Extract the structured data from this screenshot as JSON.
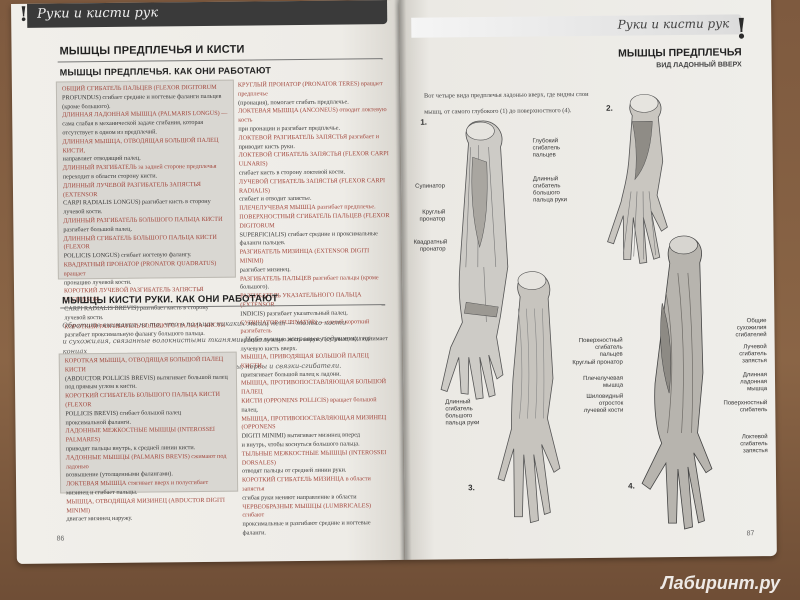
{
  "header": {
    "left": "Руки и кисти рук",
    "right": "Руки и кисти рук"
  },
  "left_page": {
    "section1_title": "МЫШЦЫ ПРЕДПЛЕЧЬЯ И КИСТИ",
    "section1_subtitle": "МЫШЦЫ ПРЕДПЛЕЧЬЯ. КАК ОНИ РАБОТАЮТ",
    "box1_left": [
      "ОБЩИЙ СГИБАТЕЛЬ ПАЛЬЦЕВ (FLEXOR DIGITORUM",
      "PROFUNDUS) сгибает средние и ногтевые фаланги пальцев",
      "(кроме большого).",
      "ДЛИННАЯ ЛАДОННАЯ МЫШЦА (PALMARIS LONGUS) —",
      "сама слабая в механической задаче сгибания, которая",
      "отсутствует в одном из предплечий.",
      "ДЛИННАЯ МЫШЦА, ОТВОДЯЩАЯ БОЛЬШОЙ ПАЛЕЦ КИСТИ,",
      "направляет отводящий палец.",
      "ДЛИННЫЙ РАЗГИБАТЕЛЬ за задней стороне предплечья",
      "переходит в области сторону кисти.",
      "ДЛИННЫЙ ЛУЧЕВОЙ РАЗГИБАТЕЛЬ ЗАПЯСТЬЯ (EXTENSOR",
      "CARPI RADIALIS LONGUS) разгибает кисть в сторону",
      "лучевой кости.",
      "ДЛИННЫЙ РАЗГИБАТЕЛЬ БОЛЬШОГО ПАЛЬЦА КИСТИ",
      "разгибает большой палец.",
      "ДЛИННЫЙ СГИБАТЕЛЬ БОЛЬШОГО ПАЛЬЦА КИСТИ (FLEXOR",
      "POLLICIS LONGUS) сгибает ногтевую фалангу.",
      "КВАДРАТНЫЙ ПРОНАТОР (PRONATOR QUADRATUS) вращает",
      "пронацию лучевой кости.",
      "КОРОТКИЙ ЛУЧЕВОЙ РАЗГИБАТЕЛЬ ЗАПЯСТЬЯ (EXTENSOR",
      "CARPI RADIALIS BREVIS) разгибает кисть в сторону",
      "лучевой кости.",
      "КОРОТКИЙ РАЗГИБАТЕЛЬ БОЛЬШОГО ПАЛЬЦА КИСТИ",
      "разгибает проксимальную фалангу большого пальца."
    ],
    "box1_right": [
      "КРУГЛЫЙ ПРОНАТОР (PRONATOR TERES) вращает предплечье",
      "(пронация), помогает сгибать предплечье.",
      "ЛОКТЕВАЯ МЫШЦА (ANCONEUS) отводит локтевую кость",
      "при пронации и разгибает предплечье.",
      "ЛОКТЕВОЙ РАЗГИБАТЕЛЬ ЗАПЯСТЬЯ разгибает и",
      "приводит кисть руки.",
      "ЛОКТЕВОЙ СГИБАТЕЛЬ ЗАПЯСТЬЯ (FLEXOR CARPI ULNARIS)",
      "сгибает кисть в сторону локтевой кости.",
      "ЛУЧЕВОЙ СГИБАТЕЛЬ ЗАПЯСТЬЯ (FLEXOR CARPI RADIALIS)",
      "сгибает и отводит запястье.",
      "ПЛЕЧЕЛУЧЕВАЯ МЫШЦА разгибает предплечье.",
      "ПОВЕРХНОСТНЫЙ СГИБАТЕЛЬ ПАЛЬЦЕВ (FLEXOR DIGITORUM",
      "SUPERFICIALIS) сгибает средние и проксимальные",
      "фаланги пальцев.",
      "РАЗГИБАТЕЛЬ МИЗИНЦА (EXTENSOR DIGITI MINIMI)",
      "разгибает мизинец.",
      "РАЗГИБАТЕЛЬ ПАЛЬЦЕВ разгибает пальцы (кроме",
      "большого).",
      "РАЗГИБАТЕЛЬ УКАЗАТЕЛЬНОГО ПАЛЬЦА (EXTENSOR",
      "INDICIS) разгибает указательный палец.",
      "СУПИНАТОР (SUPINATOR) — самый короткий разгибатель",
      "вращает лучевую кость наружу (супинация), поднимает",
      "лучевую кисть вверх."
    ],
    "section2_title": "МЫШЦЫ КИСТИ РУКИ. КАК ОНИ РАБОТАЮТ",
    "intro_lines": [
      "Обратите внимание на то, что в пальцах никаких мышц нет — только кости",
      "и сухожилия, связанные волокнистыми тканями. Небольшие жировые подушечки на концах",
      "пальцев скрывают под собой кровеносные сосуды, нервы и связки-сгибатели."
    ],
    "box2_left": [
      "КОРОТКАЯ МЫШЦА, ОТВОДЯЩАЯ БОЛЬШОЙ ПАЛЕЦ КИСТИ",
      "(ABDUCTOR POLLICIS BREVIS) вытягивает большой палец",
      "под прямым углом к кисти.",
      "КОРОТКИЙ СГИБАТЕЛЬ БОЛЬШОГО ПАЛЬЦА КИСТИ (FLEXOR",
      "POLLICIS BREVIS) сгибает большой палец",
      "проксимальной фаланги.",
      "ЛАДОННЫЕ МЕЖКОСТНЫЕ МЫШЦЫ (INTEROSSEI PALMARES)",
      "приводят пальцы внутрь, к средней линии кисти.",
      "ЛАДОННЫЕ МЫШЦЫ (PALMARIS BREVIS) сжимают под ладонью",
      "возвышение (утолщенными фалангами).",
      "ЛОКТЕВАЯ МЫШЦА стягивает вверх и полусгибает",
      "мизинец и сгибает пальцы.",
      "МЫШЦА, ОТВОДЯЩАЯ МИЗИНЕЦ (ABDUCTOR DIGITI MINIMI)",
      "двигает мизинец наружу."
    ],
    "box2_right": [
      "МЫШЦА, ПРИВОДЯЩАЯ БОЛЬШОЙ ПАЛЕЦ КИСТИ,",
      "притягивает большой палец к ладони.",
      "МЫШЦА, ПРОТИВОПОСТАВЛЯЮЩАЯ БОЛЬШОЙ ПАЛЕЦ",
      "КИСТИ (OPPONENS POLLICIS) вращает большой",
      "палец.",
      "МЫШЦА, ПРОТИВОПОСТАВЛЯЮЩАЯ МИЗИНЕЦ (OPPONENS",
      "DIGITI MINIMI) вытягивает мизинец вперед",
      "и внутрь, чтобы коснуться большого пальца.",
      "ТЫЛЬНЫЕ МЕЖКОСТНЫЕ МЫШЦЫ (INTEROSSEI DORSALES)",
      "отводят пальцы от средней линии руки.",
      "КОРОТКИЙ СГИБАТЕЛЬ МИЗИНЦА в области запястья",
      "сгибая руки меняют направление в области",
      "ЧЕРВЕОБРАЗНЫЕ МЫШЦЫ (LUMBRICALES) сгибают",
      "проксимальные и разгибают средние и ногтевые",
      "фаланги."
    ],
    "page_number": "86"
  },
  "right_page": {
    "title": "МЫШЦЫ ПРЕДПЛЕЧЬЯ",
    "subtitle": "ВИД ЛАДОННЫЙ ВВЕРХ",
    "intro_lines": [
      "Вот четыре вида предплечья ладонью вверх, где видны слои",
      "мышц, от самого глубокого (1) до поверхностного (4)."
    ],
    "fig_numbers": [
      "1.",
      "2.",
      "3.",
      "4."
    ],
    "fig1_labels": [
      "Супинатор",
      "Круглый пронатор",
      "Квадратный пронатор"
    ],
    "fig2_labels": [
      "Глубокий сгибатель пальцев",
      "Длинный сгибатель большого пальца руки"
    ],
    "fig3_labels": [
      "Поверхностный сгибатель пальцев",
      "Круглый пронатор",
      "Плечелучевая мышца",
      "Шиловидный отросток лучевой кости",
      "Длинный сгибатель большого пальца руки"
    ],
    "fig4_labels": [
      "Общие сухожилия сгибателей",
      "Лучевой сгибатель запястья",
      "Длинная ладонная мышца",
      "Поверхностный сгибатель",
      "Локтевой сгибатель запястья"
    ],
    "page_number": "87"
  },
  "watermark": "Лабиринт.ру"
}
